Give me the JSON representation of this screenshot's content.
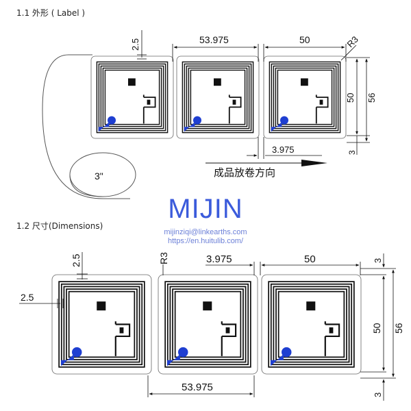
{
  "section1": {
    "title": "1.1  外形 ( Label )",
    "dims": {
      "pitch": "53.975",
      "width": "50",
      "radius": "R3",
      "height_inner": "50",
      "height_outer": "56",
      "margin": "2.5",
      "gap": "3.975",
      "bottom_margin": "3"
    },
    "core_label": "3\"",
    "direction_label": "成品放卷方向"
  },
  "watermark": {
    "brand": "MIJIN",
    "email": "mijinziqi@linkearths.com",
    "url": "https://en.huitulib.com/"
  },
  "section2": {
    "title": "1.2 尺寸(Dimensions)",
    "dims": {
      "top_margin": "2.5",
      "left_margin": "2.5",
      "radius": "R3",
      "gap": "3.975",
      "width": "50",
      "edge_top": "3",
      "edge_bottom": "3",
      "height_inner": "50",
      "height_outer": "56",
      "pitch": "53.975"
    }
  },
  "colors": {
    "line": "#111111",
    "chip_pad": "#1f3fd1",
    "brand": "#3b5bdb"
  }
}
